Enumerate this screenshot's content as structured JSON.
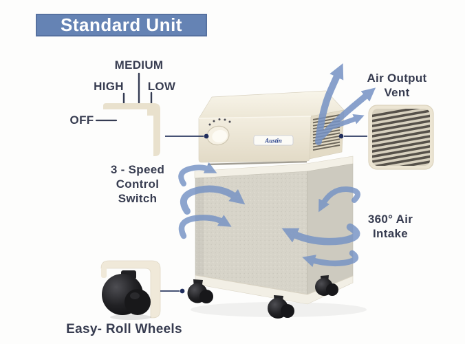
{
  "title": {
    "label": "Standard Unit"
  },
  "colors": {
    "banner_bg": "#6583b4",
    "banner_text": "#ffffff",
    "label_text": "#373c50",
    "arrow_blue": "#7592c4",
    "connector_navy": "#2c3a60",
    "unit_cream": "#ece5d4",
    "unit_body_gray": "#d7d4c9",
    "vent_slat_dark": "#56514a",
    "wheel_black": "#1a1a1c",
    "inset_border_beige": "#e9e1cd"
  },
  "callouts": {
    "speed_switch": {
      "medium": "MEDIUM",
      "high": "HIGH",
      "low": "LOW",
      "off": "OFF",
      "label_lines": [
        "3 - Speed",
        "Control",
        "Switch"
      ]
    },
    "air_output_vent": {
      "label_lines": [
        "Air Output",
        "Vent"
      ]
    },
    "air_intake": {
      "label_lines": [
        "360° Air",
        "Intake"
      ]
    },
    "easy_roll_wheels": {
      "label": "Easy- Roll Wheels"
    }
  },
  "product": {
    "brand": "Austin"
  }
}
